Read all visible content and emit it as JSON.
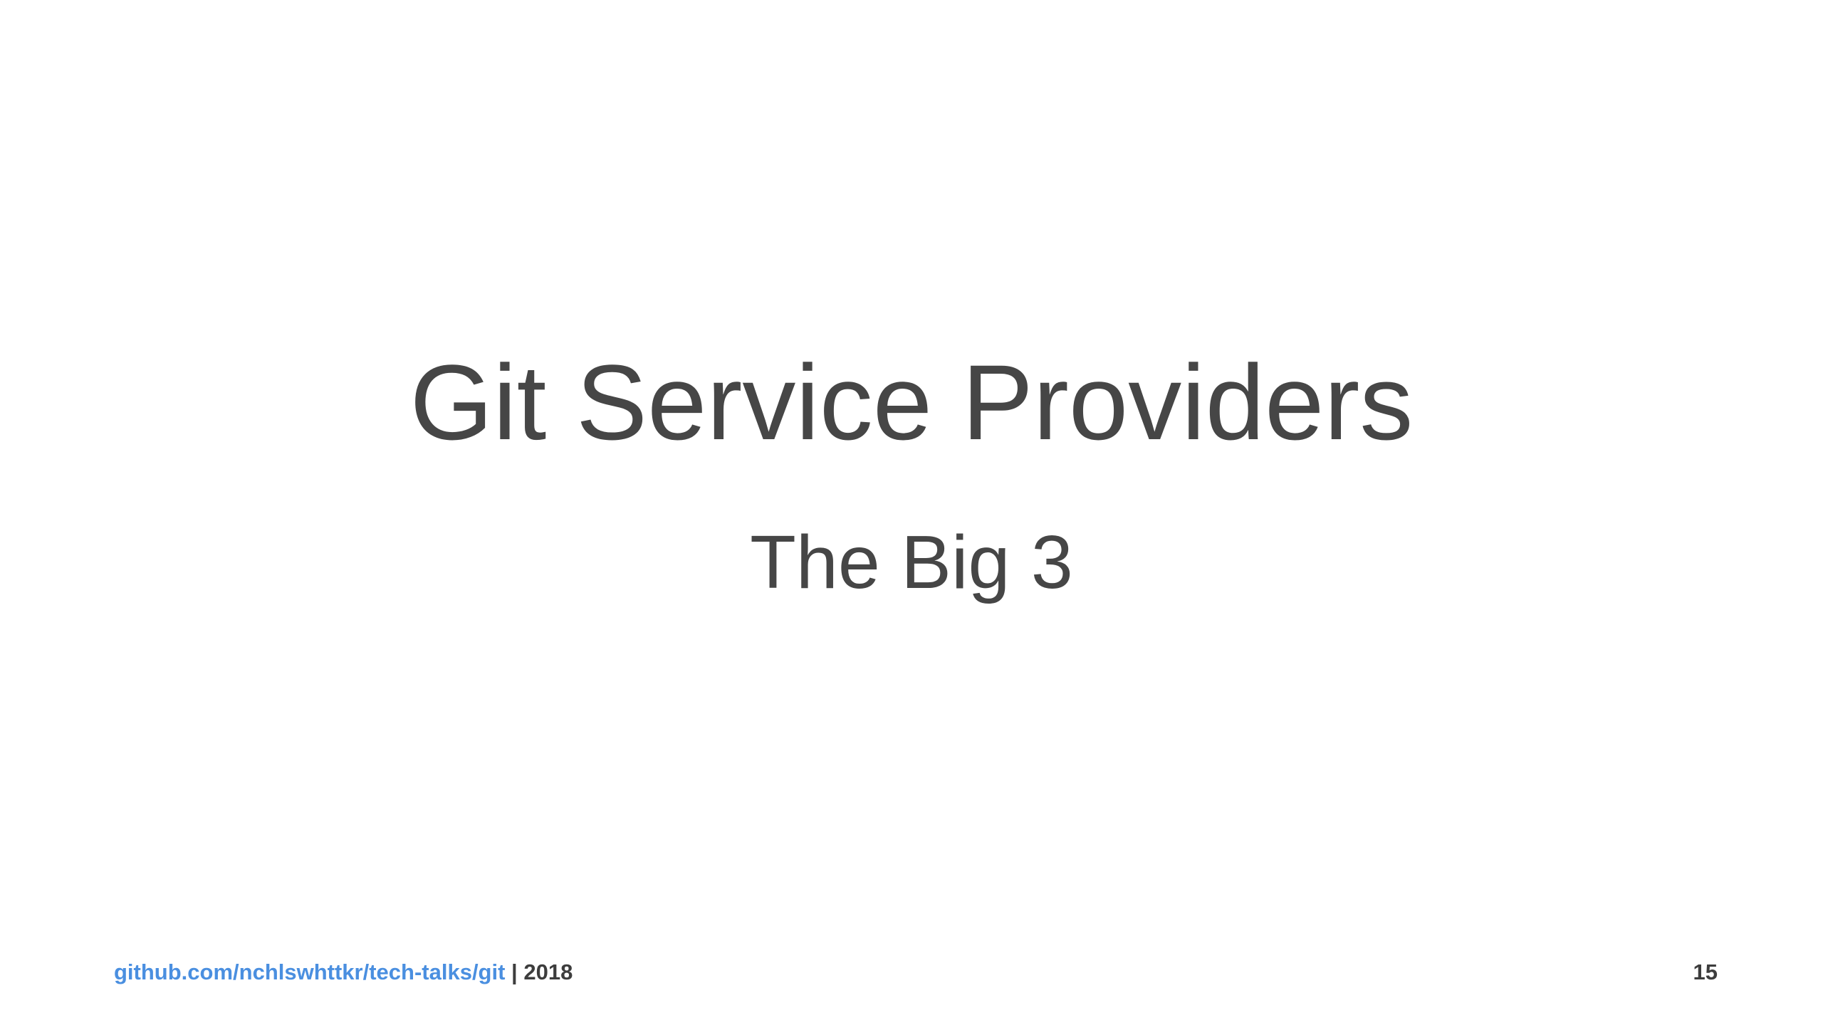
{
  "slide": {
    "title": "Git Service Providers",
    "subtitle": "The Big 3",
    "footer": {
      "link_text": "github.com/nchlswhttkr/tech-talks/git",
      "separator": " | ",
      "year": "2018",
      "page_number": "15"
    }
  },
  "colors": {
    "background": "#ffffff",
    "text": "#464646",
    "link": "#4a8fe0"
  }
}
